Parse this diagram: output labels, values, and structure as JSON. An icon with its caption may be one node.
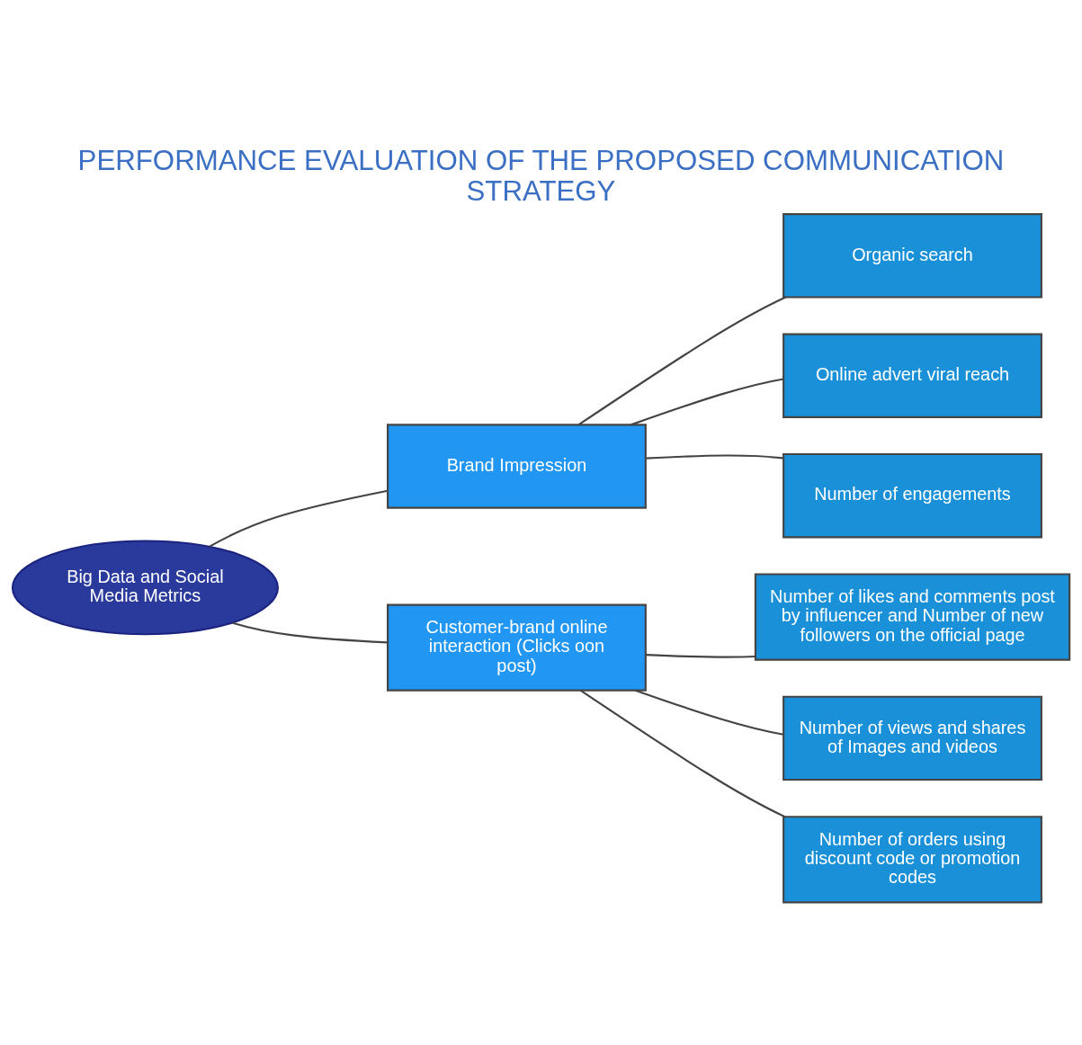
{
  "diagram": {
    "title": "PERFORMANCE EVALUATION OF THE PROPOSED COMMUNICATION STRATEGY",
    "nodes": [
      {
        "text": [
          "Big Data and Social Media Metrics"
        ]
      },
      {
        "text": [
          "Brand Impression"
        ]
      },
      {
        "text": [
          "Organic search"
        ]
      },
      {
        "text": [
          "Online advert viral reach"
        ]
      },
      {
        "text": [
          "Number of engagements"
        ]
      },
      {
        "text": [
          "Customer-brand online interaction (Clicks oon post)"
        ]
      },
      {
        "text": [
          "Number of likes and comments post by influencer and Number of new followers on the official page"
        ]
      },
      {
        "text": [
          "Number of views and shares of Images and videos"
        ]
      },
      {
        "text": [
          "Number of orders using discount code or promotion codes"
        ]
      }
    ],
    "edges": [
      {
        "from": 0,
        "to": 1,
        "arrow": "none"
      },
      {
        "from": 0,
        "to": 5,
        "arrow": "none"
      },
      {
        "from": 1,
        "to": 2,
        "arrow": "none"
      },
      {
        "from": 1,
        "to": 3,
        "arrow": "none"
      },
      {
        "from": 1,
        "to": 4,
        "arrow": "none"
      },
      {
        "from": 5,
        "to": 6,
        "arrow": "none"
      },
      {
        "from": 5,
        "to": 7,
        "arrow": "none"
      },
      {
        "from": 5,
        "to": 8,
        "arrow": "none"
      }
    ]
  }
}
